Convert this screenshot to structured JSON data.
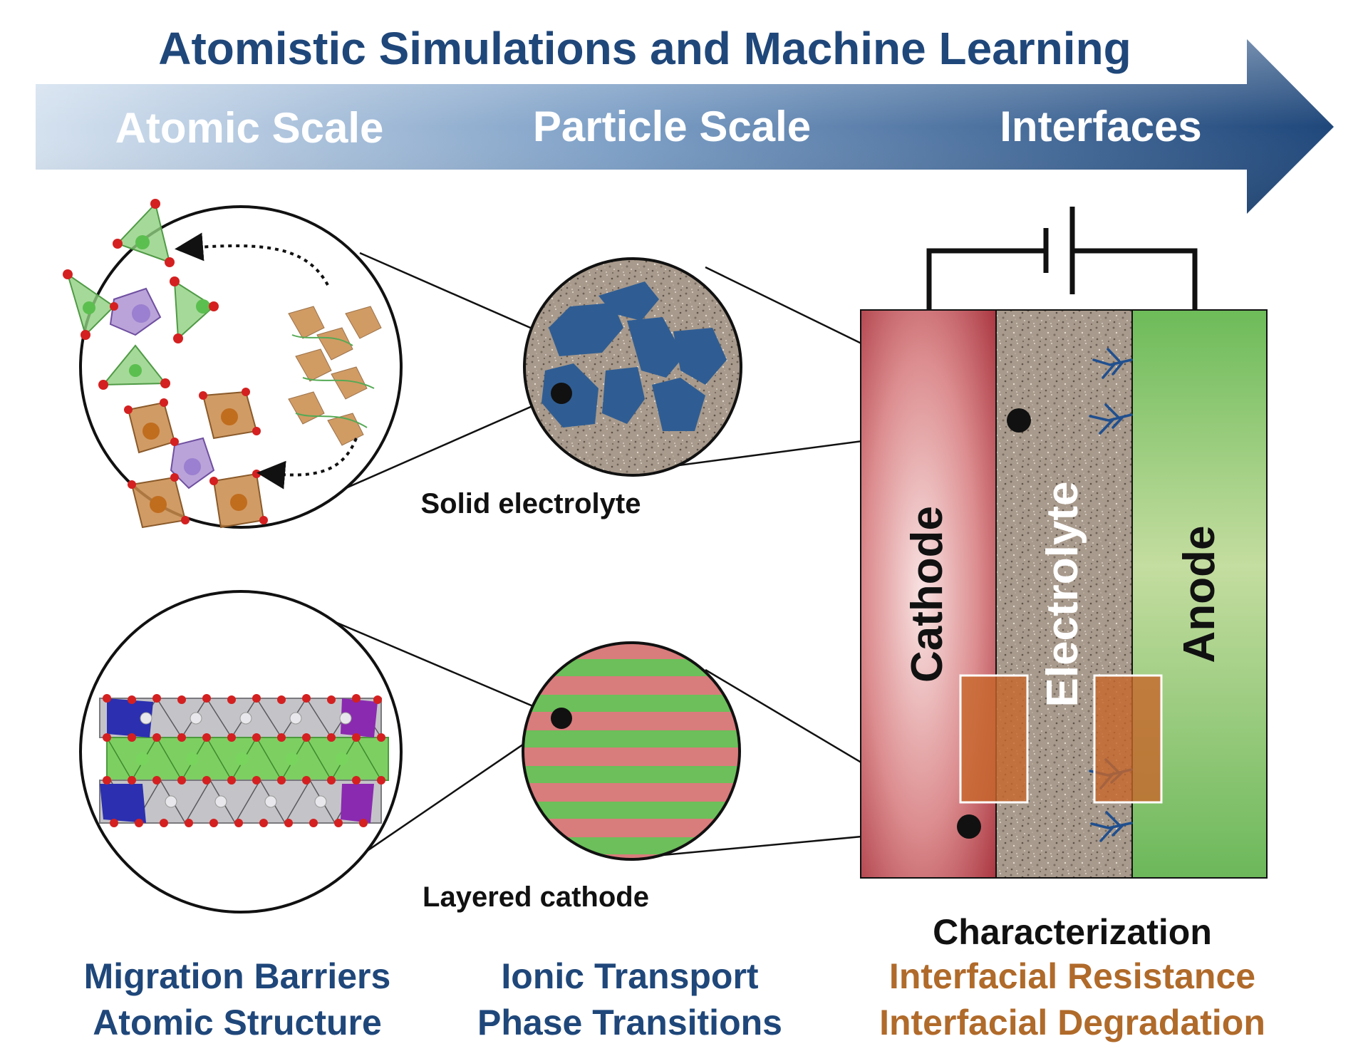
{
  "header": {
    "title": "Atomistic Simulations and Machine Learning",
    "scales": [
      "Atomic Scale",
      "Particle Scale",
      "Interfaces"
    ]
  },
  "labels": {
    "solid_electrolyte": "Solid electrolyte",
    "layered_cathode": "Layered cathode",
    "cathode": "Cathode",
    "electrolyte": "Electrolyte",
    "anode": "Anode"
  },
  "footer": {
    "left": [
      "Migration Barriers",
      "Atomic Structure"
    ],
    "middle": [
      "Ionic Transport",
      "Phase Transitions"
    ],
    "right_heading": "Characterization",
    "right": [
      "Interfacial Resistance",
      "Interfacial Degradation"
    ]
  },
  "colors": {
    "title_blue": "#1f477a",
    "arrow_light": "#c5d6ea",
    "arrow_dark": "#1f477a",
    "cathode_red": "#b5404a",
    "cathode_light": "#f4d3d3",
    "electrolyte_grey": "#a89a8c",
    "anode_green": "#7cbd62",
    "stripe_pink": "#d97c7c",
    "stripe_green": "#6cbf5a",
    "particle_blue": "#2f5d93",
    "interface_orange": "#c7672a",
    "footer_orange": "#b06a2a",
    "tetrahedron_green": "#8fd080",
    "octahedron_orange": "#c98a4a",
    "polyhedron_purple": "#a98ccf"
  },
  "icons": [
    "battery-terminal-icon",
    "dendrite-icon",
    "migration-arrow-icon"
  ]
}
